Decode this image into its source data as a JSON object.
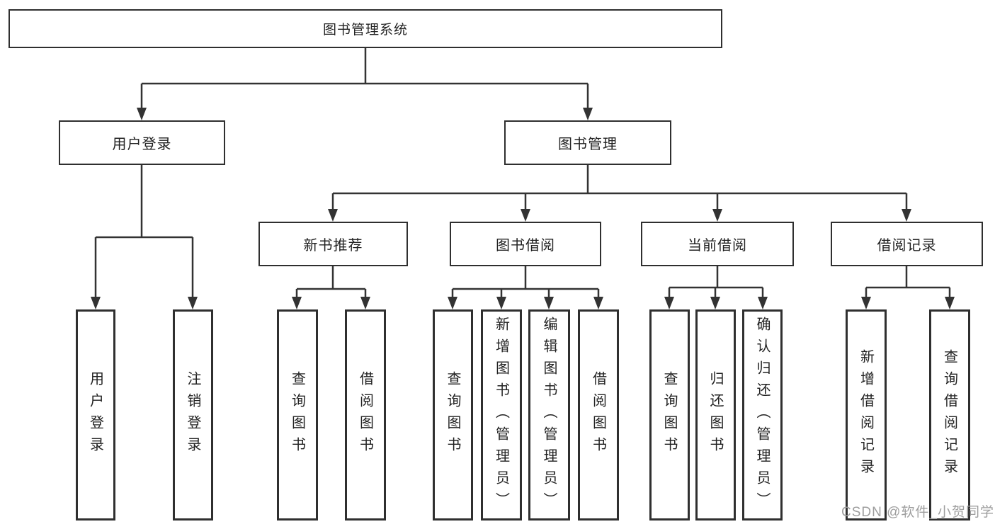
{
  "tree": {
    "label": "图书管理系统",
    "children": [
      {
        "label": "用户登录",
        "children": [
          {
            "label": "用户登录"
          },
          {
            "label": "注销登录"
          }
        ]
      },
      {
        "label": "图书管理",
        "children": [
          {
            "label": "新书推荐",
            "children": [
              {
                "label": "查询图书"
              },
              {
                "label": "借阅图书"
              }
            ]
          },
          {
            "label": "图书借阅",
            "children": [
              {
                "label": "查询图书"
              },
              {
                "label": "新增图书（管理员）"
              },
              {
                "label": "编辑图书（管理员）"
              },
              {
                "label": "借阅图书"
              }
            ]
          },
          {
            "label": "当前借阅",
            "children": [
              {
                "label": "查询图书"
              },
              {
                "label": "归还图书"
              },
              {
                "label": "确认归还（管理员）"
              }
            ]
          },
          {
            "label": "借阅记录",
            "children": [
              {
                "label": "新增借阅记录"
              },
              {
                "label": "查询借阅记录"
              }
            ]
          }
        ]
      }
    ]
  },
  "watermark": "CSDN @软件_小贺同学",
  "colors": {
    "line": "#333333",
    "border": "#2f2f2f",
    "text": "#222222",
    "watermark": "#9e9e9e",
    "background": "#ffffff"
  }
}
